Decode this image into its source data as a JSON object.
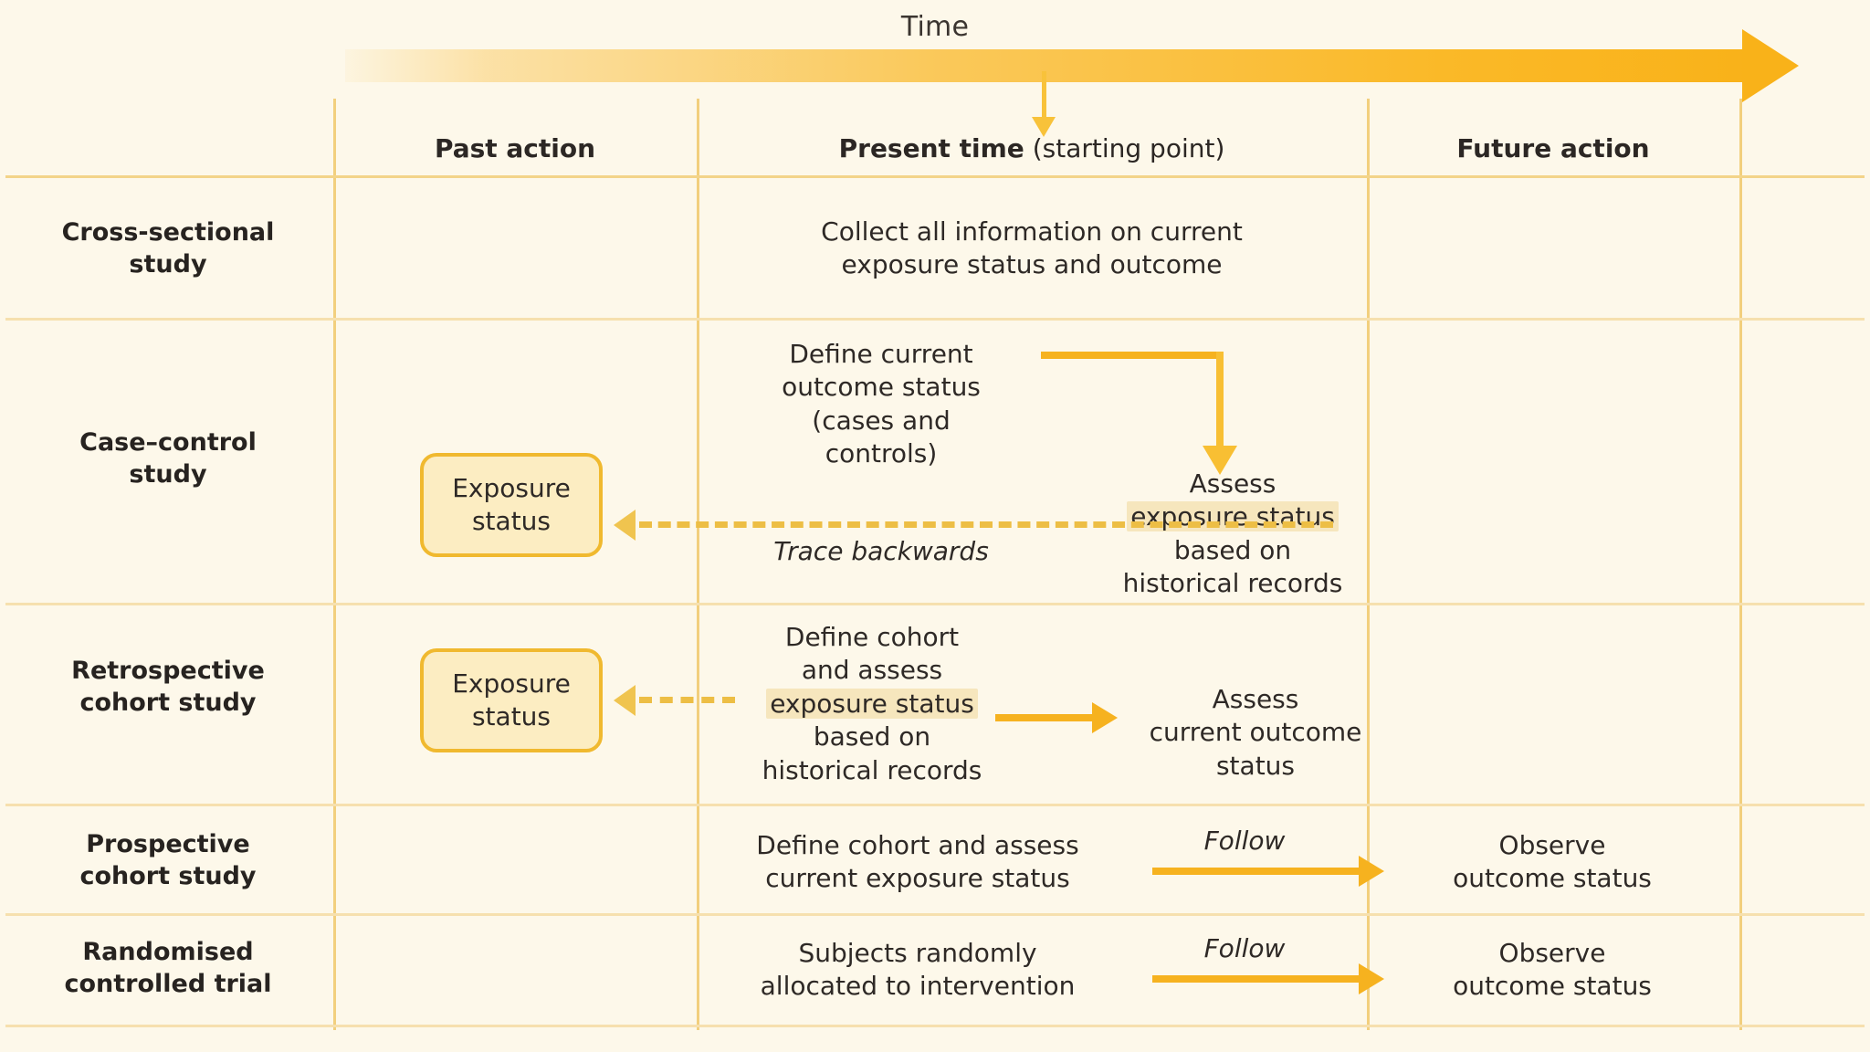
{
  "header": {
    "time_label": "Time",
    "columns": [
      {
        "id": "past",
        "label": "Past action",
        "bold": "Past action",
        "suffix": ""
      },
      {
        "id": "present",
        "bold": "Present time",
        "suffix": " (starting point)"
      },
      {
        "id": "future",
        "label": "Future action",
        "bold": "Future action",
        "suffix": ""
      }
    ]
  },
  "rows": [
    {
      "id": "cross-sectional",
      "label_line1": "Cross-sectional",
      "label_line2": "study",
      "present_line1": "Collect all information on current",
      "present_line2": "exposure status and outcome"
    },
    {
      "id": "case-control",
      "label_line1": "Case–control",
      "label_line2": "study",
      "past_box_line1": "Exposure",
      "past_box_line2": "status",
      "define_line1": "Define current",
      "define_line2": "outcome status",
      "define_line3": "(cases and",
      "define_line4": "controls)",
      "trace_label": "Trace backwards",
      "assess_line1": "Assess",
      "assess_line2": "exposure status",
      "assess_line3": "based on",
      "assess_line4": "historical records"
    },
    {
      "id": "retrospective-cohort",
      "label_line1": "Retrospective",
      "label_line2": "cohort study",
      "past_box_line1": "Exposure",
      "past_box_line2": "status",
      "define_line1": "Define cohort",
      "define_line2": "and assess",
      "define_line3": "exposure status",
      "define_line4": "based on",
      "define_line5": "historical records",
      "outcome_line1": "Assess",
      "outcome_line2": "current outcome",
      "outcome_line3": "status"
    },
    {
      "id": "prospective-cohort",
      "label_line1": "Prospective",
      "label_line2": "cohort study",
      "present_line1": "Define cohort and assess",
      "present_line2": "current exposure status",
      "follow_label": "Follow",
      "future_line1": "Observe",
      "future_line2": "outcome status"
    },
    {
      "id": "randomised-controlled-trial",
      "label_line1": "Randomised",
      "label_line2": "controlled trial",
      "present_line1": "Subjects randomly",
      "present_line2": "allocated to intervention",
      "follow_label": "Follow",
      "future_line1": "Observe",
      "future_line2": "outcome status"
    }
  ],
  "colors": {
    "background": "#fdf8ea",
    "grid": "#f3d489",
    "arrow": "#f6b21f",
    "arrow_light": "#f8c23a",
    "box_fill": "#fcedc2",
    "box_border": "#f0b92f",
    "highlight": "#f6e6bd",
    "text": "#2e2926"
  }
}
